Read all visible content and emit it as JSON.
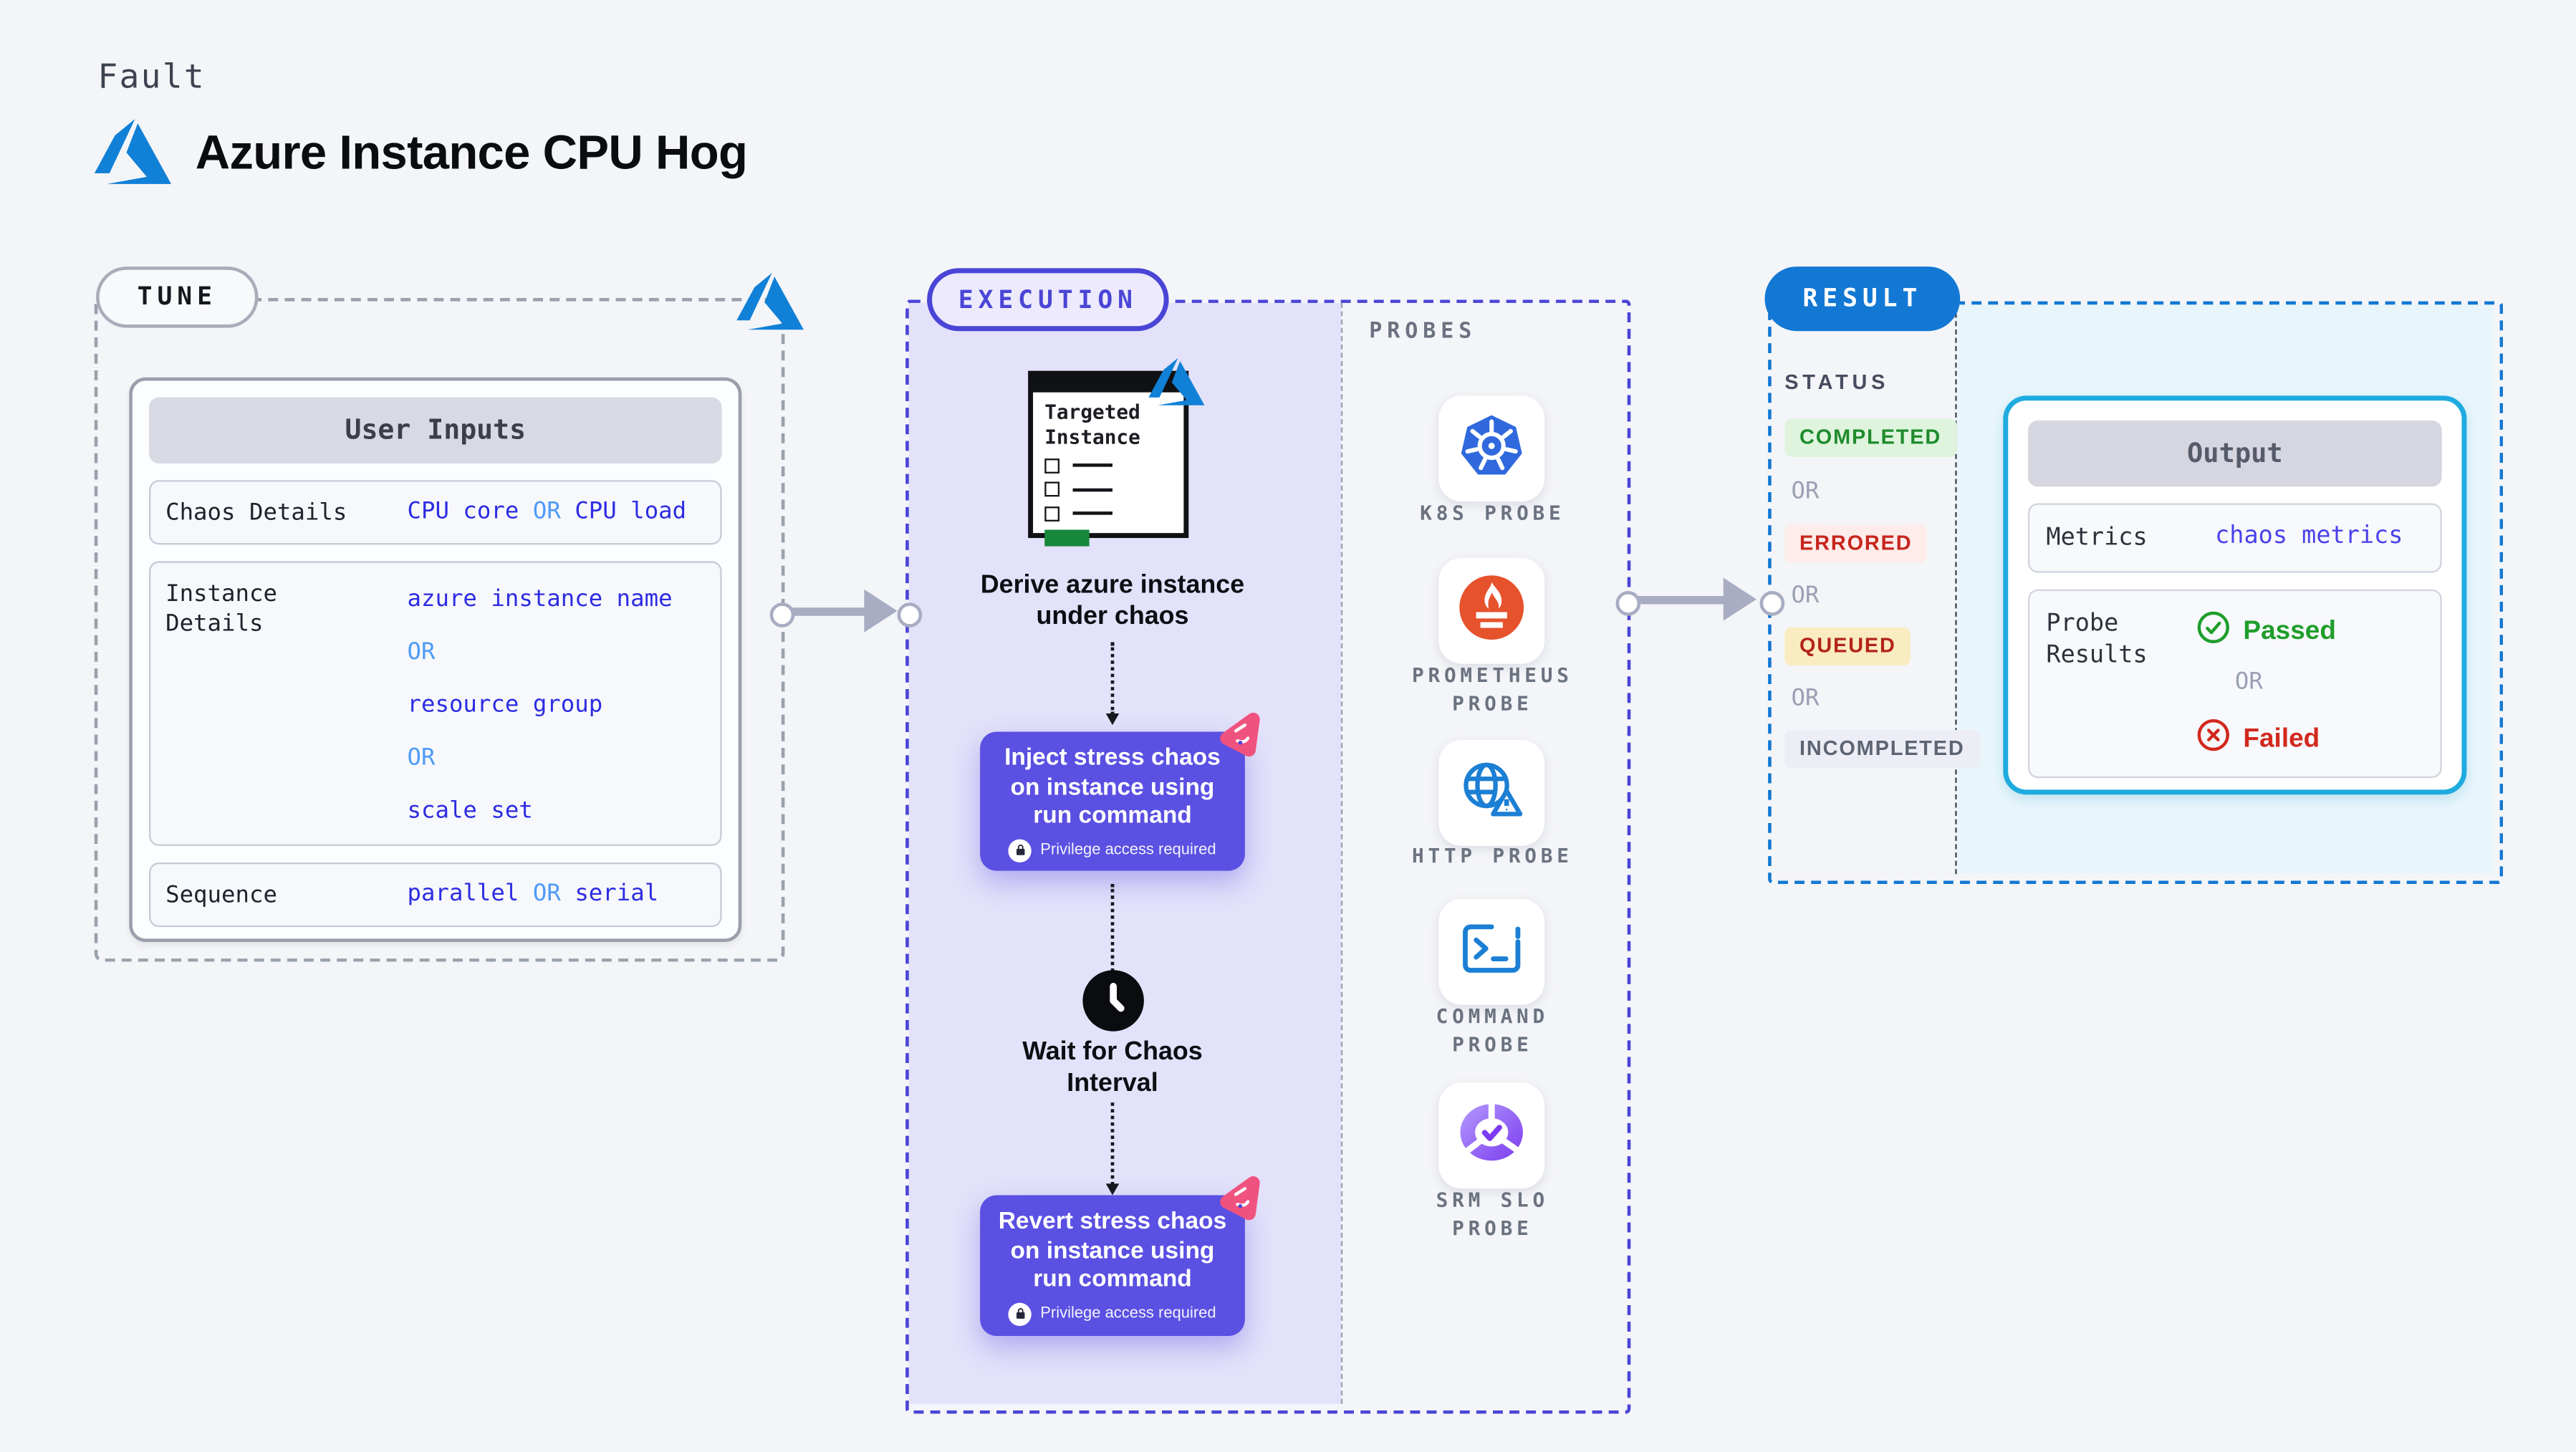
{
  "colors": {
    "page_bg": "#f4f5f8",
    "azure_blue": "#1180d7",
    "tune_border": "#9aa1ac",
    "execution_accent": "#4a45d6",
    "execution_fill": "#e3e2fa",
    "node_fill": "#5a50e2",
    "result_accent": "#1278d3",
    "result_fill": "#e8f6fb",
    "output_border": "#1fabdf",
    "value_blue": "#2d2ce2",
    "or_blue": "#4e9bf5",
    "passed_green": "#1f9e2c",
    "failed_red": "#d2291e",
    "pink_icon": "#f0527f",
    "kubernetes_blue": "#3069dd",
    "prometheus_orange": "#e6522c",
    "srm_purple": "#7c3bf0"
  },
  "header": {
    "category": "Fault",
    "title": "Azure Instance CPU Hog"
  },
  "tune": {
    "badge": "TUNE",
    "card_title": "User Inputs",
    "chaos_row": {
      "label": "Chaos Details",
      "parts": [
        "CPU core",
        "OR",
        "CPU load"
      ]
    },
    "instance_row": {
      "label": "Instance Details",
      "values": [
        "azure instance name",
        "OR",
        "resource group",
        "OR",
        "scale set"
      ]
    },
    "sequence_row": {
      "label": "Sequence",
      "parts": [
        "parallel",
        "OR",
        "serial"
      ]
    }
  },
  "execution": {
    "badge": "EXECUTION",
    "window_title": [
      "Targeted",
      "Instance"
    ],
    "derive_caption": [
      "Derive azure instance",
      "under chaos"
    ],
    "inject_node": {
      "lines": [
        "Inject stress chaos",
        "on instance using",
        "run command"
      ],
      "note": "Privilege access required"
    },
    "wait_caption": [
      "Wait for Chaos",
      "Interval"
    ],
    "revert_node": {
      "lines": [
        "Revert stress chaos",
        "on instance using",
        "run command"
      ],
      "note": "Privilege access required"
    }
  },
  "probes": {
    "label": "PROBES",
    "items": [
      {
        "icon": "kubernetes-icon",
        "lines": [
          "K8S PROBE"
        ]
      },
      {
        "icon": "prometheus-icon",
        "lines": [
          "PROMETHEUS",
          "PROBE"
        ]
      },
      {
        "icon": "http-globe-icon",
        "lines": [
          "HTTP PROBE"
        ]
      },
      {
        "icon": "command-terminal-icon",
        "lines": [
          "COMMAND",
          "PROBE"
        ]
      },
      {
        "icon": "srm-slo-icon",
        "lines": [
          "SRM SLO",
          "PROBE"
        ]
      }
    ]
  },
  "result": {
    "badge": "RESULT",
    "status_label": "STATUS",
    "or": "OR",
    "statuses": [
      {
        "text": "COMPLETED",
        "bg": "#def4dd",
        "color": "#1f8b2c"
      },
      {
        "text": "ERRORED",
        "bg": "#fdecea",
        "color": "#c7251c"
      },
      {
        "text": "QUEUED",
        "bg": "#f9ecc0",
        "color": "#b3241a"
      },
      {
        "text": "INCOMPLETED",
        "bg": "#ecedf5",
        "color": "#5d6472"
      }
    ],
    "output": {
      "title": "Output",
      "metrics_label": "Metrics",
      "metrics_value": "chaos metrics",
      "probe_results_label": [
        "Probe",
        "Results"
      ],
      "passed": "Passed",
      "or": "OR",
      "failed": "Failed"
    }
  }
}
